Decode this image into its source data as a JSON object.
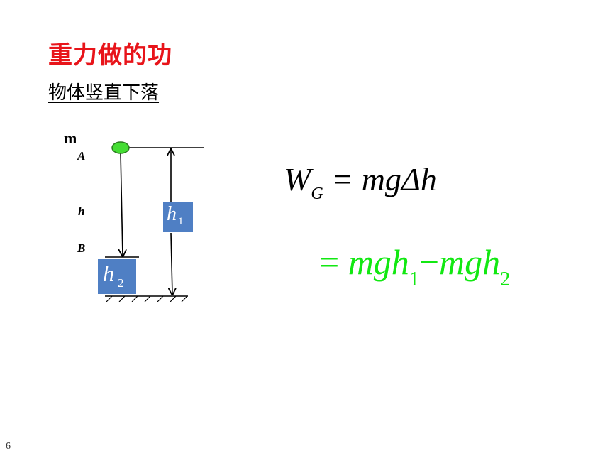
{
  "slide": {
    "title": "重力做的功",
    "subtitle": "物体竖直下落",
    "page_number": "6"
  },
  "diagram": {
    "mass_label": "m",
    "point_a": "A",
    "point_b": "B",
    "height_label": "h",
    "h1": {
      "var": "h",
      "sub": "1"
    },
    "h2": {
      "var": "h",
      "sub": "2"
    },
    "ball_color": "#44dd33",
    "box_color": "#4f7fc4"
  },
  "equation1": {
    "lhs_var": "W",
    "lhs_sub": "G",
    "rhs": "= mgΔh"
  },
  "equation2": {
    "eq": "=",
    "term1": "mgh",
    "sub1": "1",
    "minus": "−",
    "term2": "mgh",
    "sub2": "2",
    "color": "#12e812"
  }
}
